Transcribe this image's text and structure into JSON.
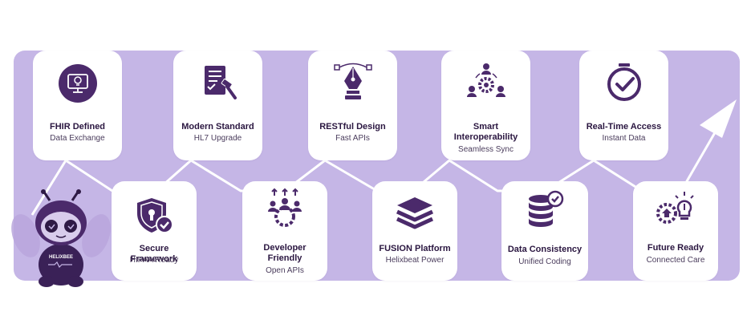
{
  "colors": {
    "band": "#c5b6e6",
    "icon": "#4b2a6b",
    "card": "#ffffff",
    "connector": "#ffffff"
  },
  "mascot": {
    "badge_text": "HELIXBEE"
  },
  "top_cards": [
    {
      "title": "FHIR Defined",
      "subtitle": "Data Exchange",
      "icon": "lightbulb-monitor-icon"
    },
    {
      "title": "Modern Standard",
      "subtitle": "HL7 Upgrade",
      "icon": "document-gavel-icon"
    },
    {
      "title": "RESTful Design",
      "subtitle": "Fast APIs",
      "icon": "pen-tool-icon"
    },
    {
      "title": "Smart Interoperability",
      "subtitle": "Seamless Sync",
      "icon": "people-gear-icon"
    },
    {
      "title": "Real-Time Access",
      "subtitle": "Instant Data",
      "icon": "clock-check-icon"
    }
  ],
  "bottom_cards": [
    {
      "title": "Secure Framework",
      "subtitle": "HIPAA Ready",
      "icon": "shield-lock-icon"
    },
    {
      "title": "Developer Friendly",
      "subtitle": "Open APIs",
      "icon": "team-gear-icon"
    },
    {
      "title": "FUSION Platform",
      "subtitle": "Helixbeat Power",
      "icon": "layers-icon"
    },
    {
      "title": "Data Consistency",
      "subtitle": "Unified Coding",
      "icon": "database-check-icon"
    },
    {
      "title": "Future Ready",
      "subtitle": "Connected Care",
      "icon": "house-bulb-icon"
    }
  ]
}
